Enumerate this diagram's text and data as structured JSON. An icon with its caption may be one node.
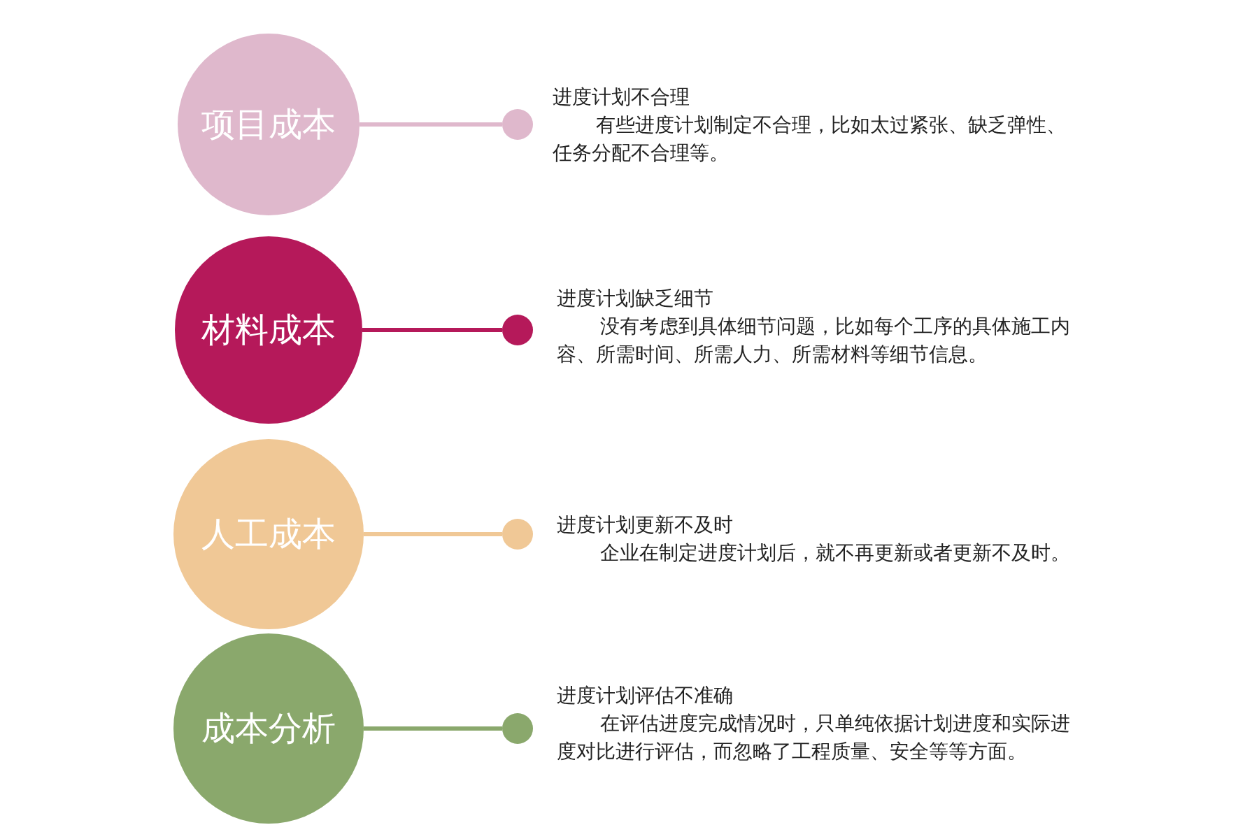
{
  "diagram": {
    "nodes": [
      {
        "text": [
          "项目成本"
        ]
      },
      {
        "text": [],
        "shape": "circle",
        "beside": [
          "进度计划不合理",
          "有些进度计划制定不合理，比如太过紧张、缺乏弹性、任务分配不合理等。"
        ]
      },
      {
        "text": [
          "材料成本"
        ]
      },
      {
        "text": [],
        "shape": "circle",
        "beside": [
          "进度计划缺乏细节",
          "没有考虑到具体细节问题，比如每个工序的具体施工内容、所需时间、所需人力、所需材料等细节信息。"
        ]
      },
      {
        "text": [
          "人工成本"
        ]
      },
      {
        "text": [],
        "shape": "circle",
        "beside": [
          "进度计划更新不及时",
          "企业在制定进度计划后，就不再更新或者更新不及时。"
        ]
      },
      {
        "text": [
          "成本分析"
        ]
      },
      {
        "text": [],
        "shape": "circle",
        "beside": [
          "进度计划评估不准确",
          "在评估进度完成情况时，只单纯依据计划进度和实际进度对比进行评估，而忽略了工程质量、安全等等方面。"
        ]
      }
    ],
    "edges": [
      {
        "from": 0,
        "to": 1,
        "arrow": "none",
        "color": "#dfb8cc"
      },
      {
        "from": 2,
        "to": 3,
        "arrow": "none",
        "color": "#b5195a"
      },
      {
        "from": 4,
        "to": 5,
        "arrow": "none",
        "color": "#f0c896"
      },
      {
        "from": 6,
        "to": 7,
        "arrow": "none",
        "color": "#8aa86c"
      }
    ]
  }
}
